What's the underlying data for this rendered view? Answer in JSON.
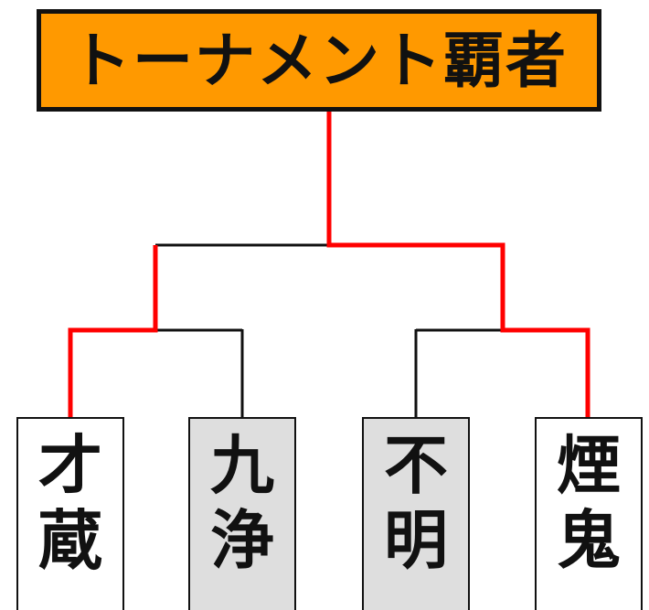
{
  "title": "トーナメント覇者",
  "colors": {
    "title_background": "#ff9900",
    "winning_path": "#ff0000",
    "bracket_line": "#111111",
    "eliminated_box": "#dedede",
    "active_box": "#ffffff"
  },
  "players": [
    {
      "char1": "才",
      "char2": "蔵",
      "status": "winner"
    },
    {
      "char1": "九",
      "char2": "浄",
      "status": "eliminated"
    },
    {
      "char1": "不",
      "char2": "明",
      "status": "eliminated"
    },
    {
      "char1": "煙",
      "char2": "鬼",
      "status": "winner"
    }
  ]
}
